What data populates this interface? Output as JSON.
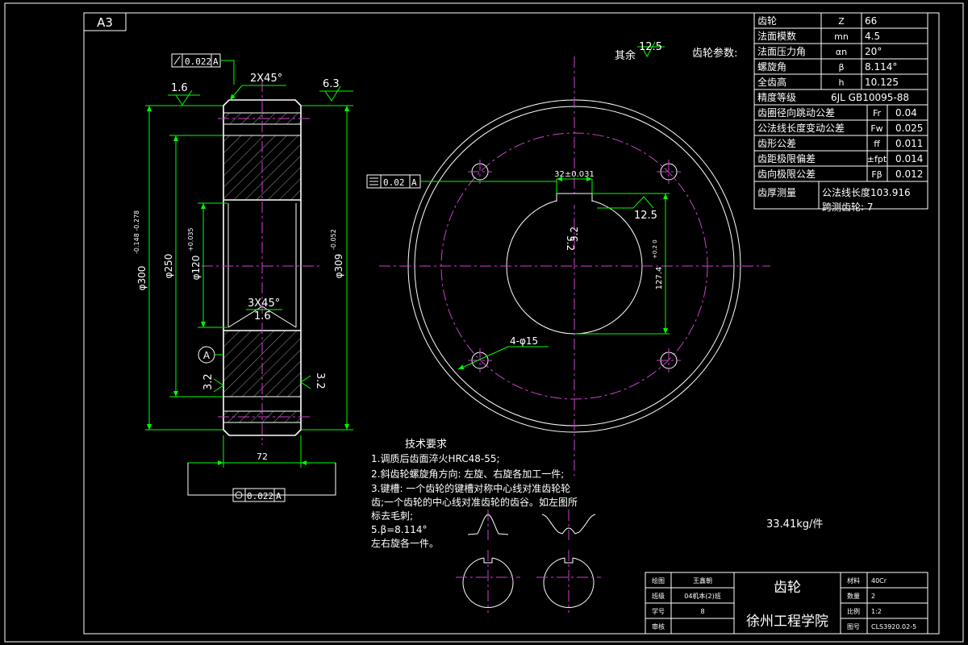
{
  "sheet_size": "A3",
  "top_right_note": {
    "label": "其余",
    "roughness": "12.5",
    "params_title": "齿轮参数:"
  },
  "params_table": {
    "rows": [
      {
        "name": "齿轮",
        "symbol": "Z",
        "value": "66"
      },
      {
        "name": "法面模数",
        "symbol": "mn",
        "value": "4.5"
      },
      {
        "name": "法面压力角",
        "symbol": "αn",
        "value": "20°"
      },
      {
        "name": "螺旋角",
        "symbol": "β",
        "value": "8.114°"
      },
      {
        "name": "全齿高",
        "symbol": "h",
        "value": "10.125"
      }
    ],
    "accuracy_label": "精度等级",
    "accuracy_value": "6JL GB10095-88",
    "tolerance_rows": [
      {
        "name": "齿圈径向跳动公差",
        "symbol": "Fr",
        "value": "0.04"
      },
      {
        "name": "公法线长度变动公差",
        "symbol": "Fw",
        "value": "0.025"
      },
      {
        "name": "齿形公差",
        "symbol": "ff",
        "value": "0.011"
      },
      {
        "name": "齿距极限偏差",
        "symbol": "±fpt",
        "value": "0.014"
      },
      {
        "name": "齿向极限公差",
        "symbol": "Fβ",
        "value": "0.012"
      }
    ],
    "thickness_label": "齿厚测量",
    "thickness_line1": "公法线长度103.916",
    "thickness_line2": "跨测齿轮: 7"
  },
  "section_view": {
    "tol_top": "0.022",
    "tol_top_datum": "A",
    "chamfer_top": "2X45°",
    "rough_left": "1.6",
    "rough_right": "6.3",
    "dim_outer": "φ300",
    "dim_outer_tol": "-0.148 -0.278",
    "dim_250": "φ250",
    "dim_bore": "φ120",
    "dim_bore_tol": "+0.035",
    "dim_309": "φ309",
    "dim_309_tol": "-0.052",
    "chamfer_bore": "3X45°",
    "rough_bore": "1.6",
    "datum": "A",
    "rough_bl": "3.2",
    "rough_br": "3.2",
    "width": "72",
    "tol_bottom": "0.022",
    "tol_bottom_datum": "A"
  },
  "front_view": {
    "tol_sym": "0.02",
    "tol_sym_datum": "A",
    "keyway_width": "32±0.031",
    "keyway_rough": "3.2",
    "rough_125": "12.5",
    "keyway_depth": "127.4",
    "keyway_depth_tol": "+0.2 0",
    "holes": "4-φ15"
  },
  "tech_req": {
    "title": "技术要求",
    "lines": [
      "1.调质后齿面淬火HRC48-55;",
      "2.斜齿轮螺旋角方向: 左旋、右旋各加工一件;",
      "3.键槽: 一个齿轮的键槽对称中心线对准齿轮轮",
      "齿;一个齿轮的中心线对准齿轮的齿谷。如左图所",
      "标去毛刺;",
      "5.β=8.114°",
      "左右旋各一件。"
    ]
  },
  "weight": "33.41kg/件",
  "title_block": {
    "r1_label": "绘图",
    "r1_value": "王鑫朝",
    "r2_label": "班级",
    "r2_value": "04机本(2)班",
    "r3_label": "学号",
    "r3_value": "8",
    "r4_label": "审核",
    "part_name": "齿轮",
    "school": "徐州工程学院",
    "material_label": "材料",
    "material_value": "40Cr",
    "qty_label": "数量",
    "qty_value": "2",
    "scale_label": "比例",
    "scale_value": "1:2",
    "drawing_no_label": "图号",
    "drawing_no_value": "CLS3920.02-5"
  },
  "colors": {
    "background": "#000000",
    "outline": "#ffffff",
    "dimension": "#00ff00",
    "centerline": "#d040d0"
  }
}
